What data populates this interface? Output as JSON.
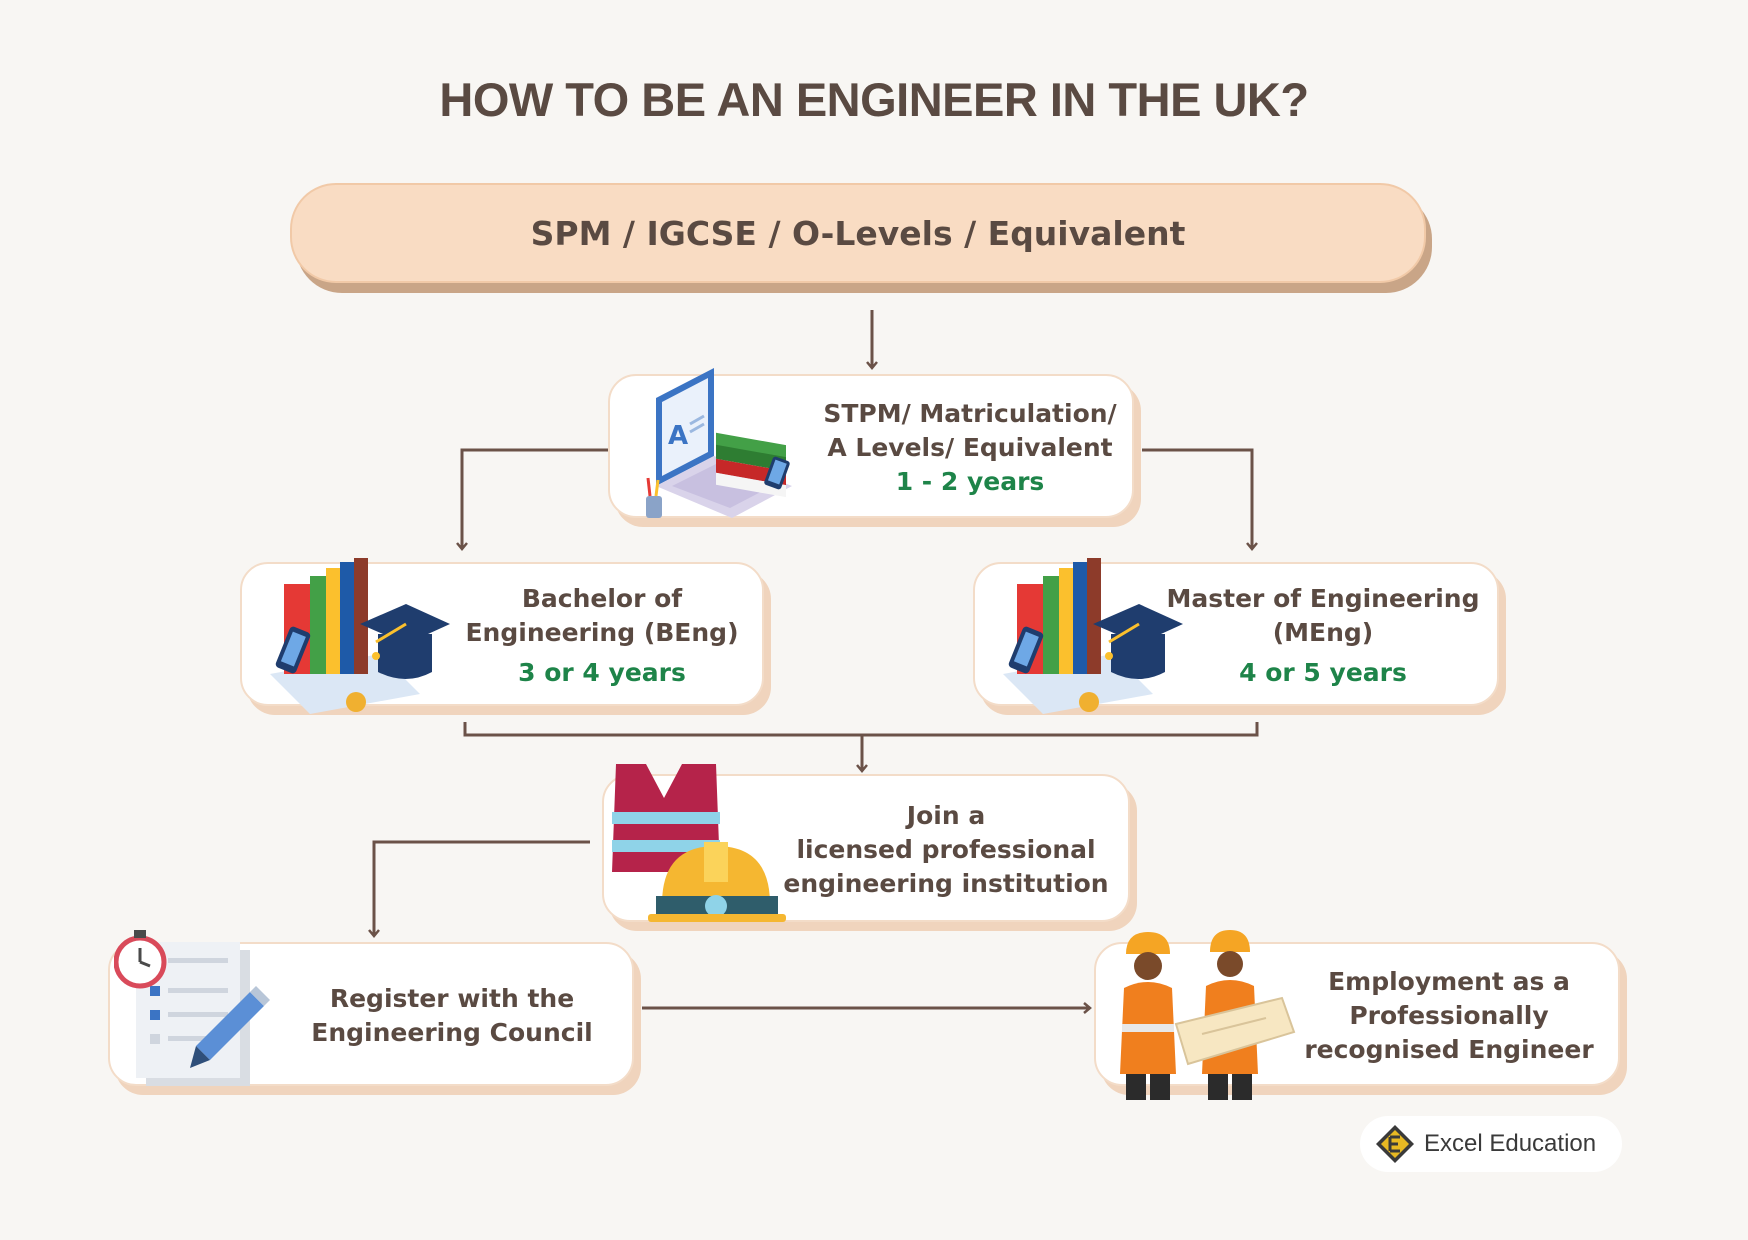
{
  "title": "HOW TO BE AN ENGINEER IN THE UK?",
  "nodes": {
    "level1": {
      "label": "SPM / IGCSE / O-Levels / Equivalent"
    },
    "level2": {
      "lines": [
        "STPM/ Matriculation/",
        "A Levels/ Equivalent"
      ],
      "duration": "1 - 2 years",
      "icon": "laptop-books-icon"
    },
    "beng": {
      "lines": [
        "Bachelor of",
        "Engineering (BEng)"
      ],
      "duration": "3 or 4 years",
      "icon": "books-graduation-cap-icon"
    },
    "meng": {
      "lines": [
        "Master of Engineering",
        "(MEng)"
      ],
      "duration": "4 or 5 years",
      "icon": "books-graduation-cap-icon"
    },
    "institution": {
      "lines": [
        "Join a",
        "licensed professional",
        "engineering institution"
      ],
      "icon": "safety-vest-helmet-icon"
    },
    "register": {
      "lines": [
        "Register with the",
        "Engineering Council"
      ],
      "icon": "checklist-clock-pencil-icon"
    },
    "employment": {
      "lines": [
        "Employment as a",
        "Professionally",
        "recognised Engineer"
      ],
      "icon": "engineers-blueprint-icon"
    }
  },
  "brand": {
    "name": "Excel Education",
    "icon": "excel-education-logo"
  },
  "colors": {
    "text": "#5a4a42",
    "duration": "#1e8449",
    "pill": "#f9dcc3",
    "connector": "#6b5248"
  }
}
